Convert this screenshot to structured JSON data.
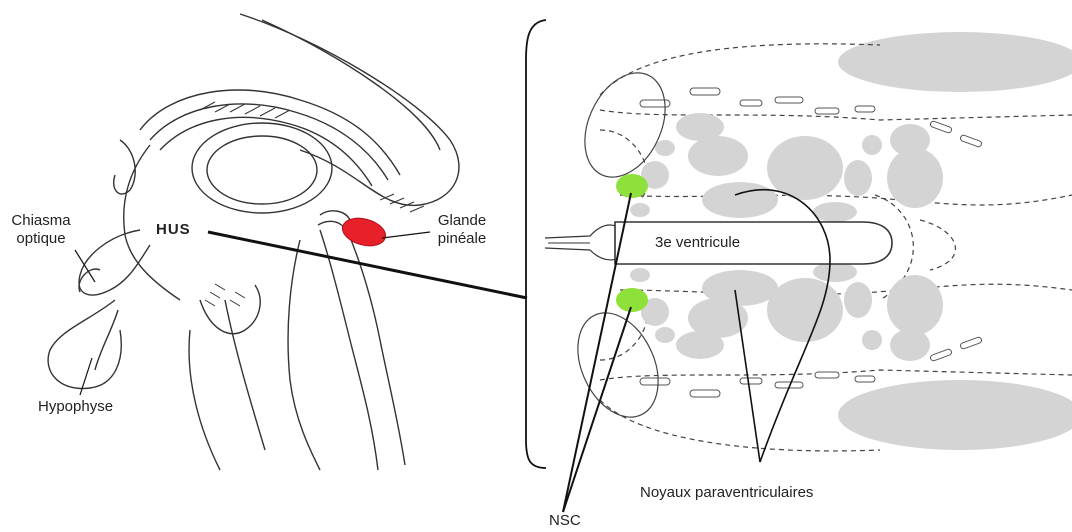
{
  "labels": {
    "hus": "HUS",
    "chiasma_line1": "Chiasma",
    "chiasma_line2": "optique",
    "hypophyse": "Hypophyse",
    "glande_line1": "Glande",
    "glande_line2": "pinéale",
    "ventricule": "3e ventricule",
    "noyaux": "Noyaux paraventriculaires",
    "nsc": "NSC"
  },
  "colors": {
    "pineal": "#e8202a",
    "nsc": "#8ee03a",
    "nuclei": "#d4d4d4",
    "line": "#111111"
  }
}
